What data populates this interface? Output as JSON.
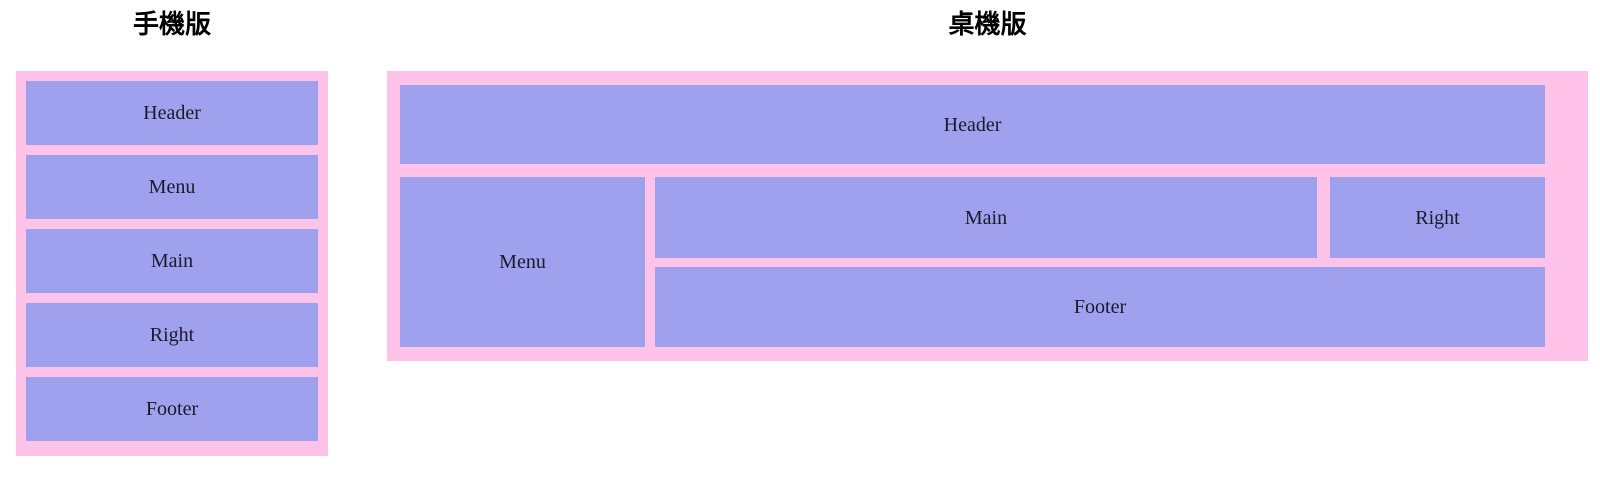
{
  "page": {
    "background_color": "#ffffff",
    "frame_color": "#ffc2e9",
    "cell_color": "#9fa0ee",
    "text_color": "#1a1a28"
  },
  "mobile": {
    "title": "手機版",
    "regions": [
      {
        "label": "Header"
      },
      {
        "label": "Menu"
      },
      {
        "label": "Main"
      },
      {
        "label": "Right"
      },
      {
        "label": "Footer"
      }
    ]
  },
  "desktop": {
    "title": "桌機版",
    "regions": [
      {
        "label": "Header"
      },
      {
        "label": "Menu"
      },
      {
        "label": "Main"
      },
      {
        "label": "Right"
      },
      {
        "label": "Footer"
      }
    ]
  }
}
